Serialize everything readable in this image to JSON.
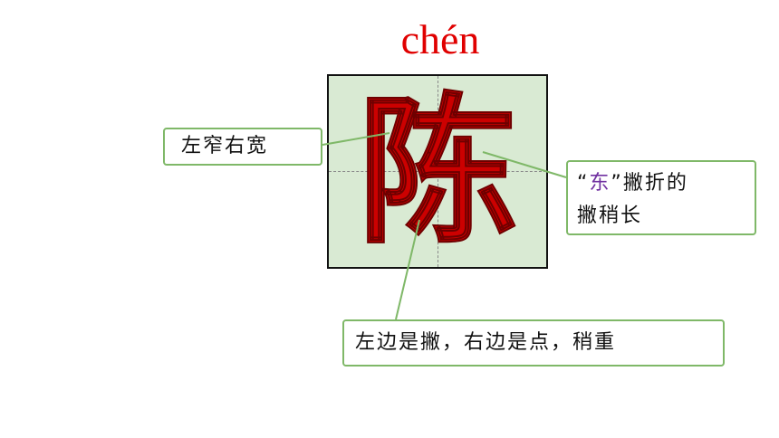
{
  "pinyin": "chén",
  "character": "陈",
  "callouts": {
    "left": "左窄右宽",
    "right_quote_open": "“",
    "right_highlight": "东",
    "right_quote_close": "”",
    "right_line1_rest": "撇折的",
    "right_line2": "撇稍长",
    "bottom": "左边是撇，右边是点，稍重"
  },
  "colors": {
    "pinyin": "#e00000",
    "character": "#cc0000",
    "grid_background": "#d9ead3",
    "callout_border": "#7fb868",
    "highlight": "#7030a0"
  }
}
